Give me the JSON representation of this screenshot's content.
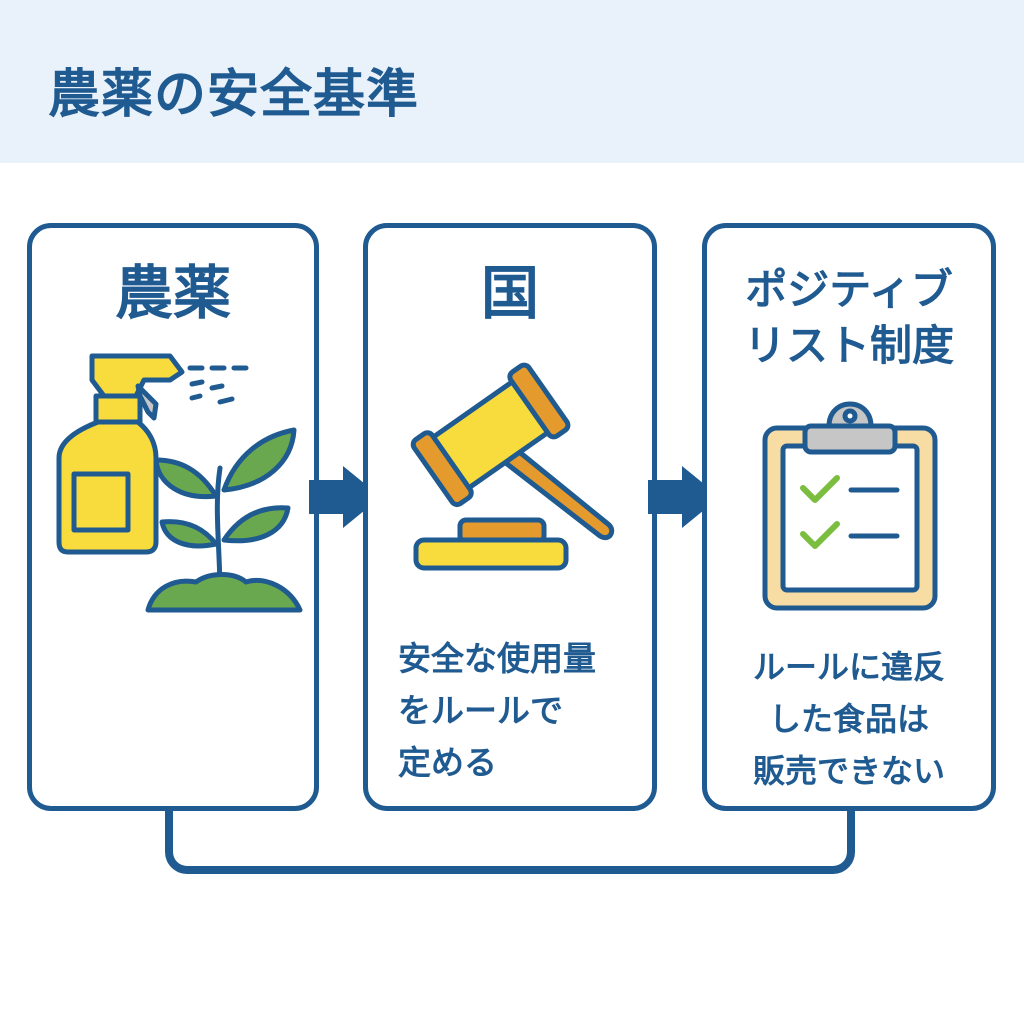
{
  "header": {
    "title": "農薬の安全基準"
  },
  "panels": [
    {
      "title": "農薬",
      "icons": [
        "spray-bottle-icon",
        "plant-sprout-icon"
      ]
    },
    {
      "title": "国",
      "icons": [
        "gavel-icon"
      ],
      "description": [
        "安全な使用量",
        "をルールで",
        "定める"
      ]
    },
    {
      "title_lines": [
        "ポジティブ",
        "リスト制度"
      ],
      "icons": [
        "clipboard-checklist-icon"
      ],
      "description": [
        "ルールに違反",
        "した食品は",
        "販売できない"
      ]
    }
  ],
  "colors": {
    "primary": "#1f5a91",
    "header_bg": "#e9f1fa",
    "yellow": "#f8dc3e",
    "orange": "#e49a2c",
    "green": "#6aa84f",
    "check_green": "#7bbd3e",
    "clipboard_frame": "#f7dca4",
    "clip_gray": "#c6c6c6"
  }
}
